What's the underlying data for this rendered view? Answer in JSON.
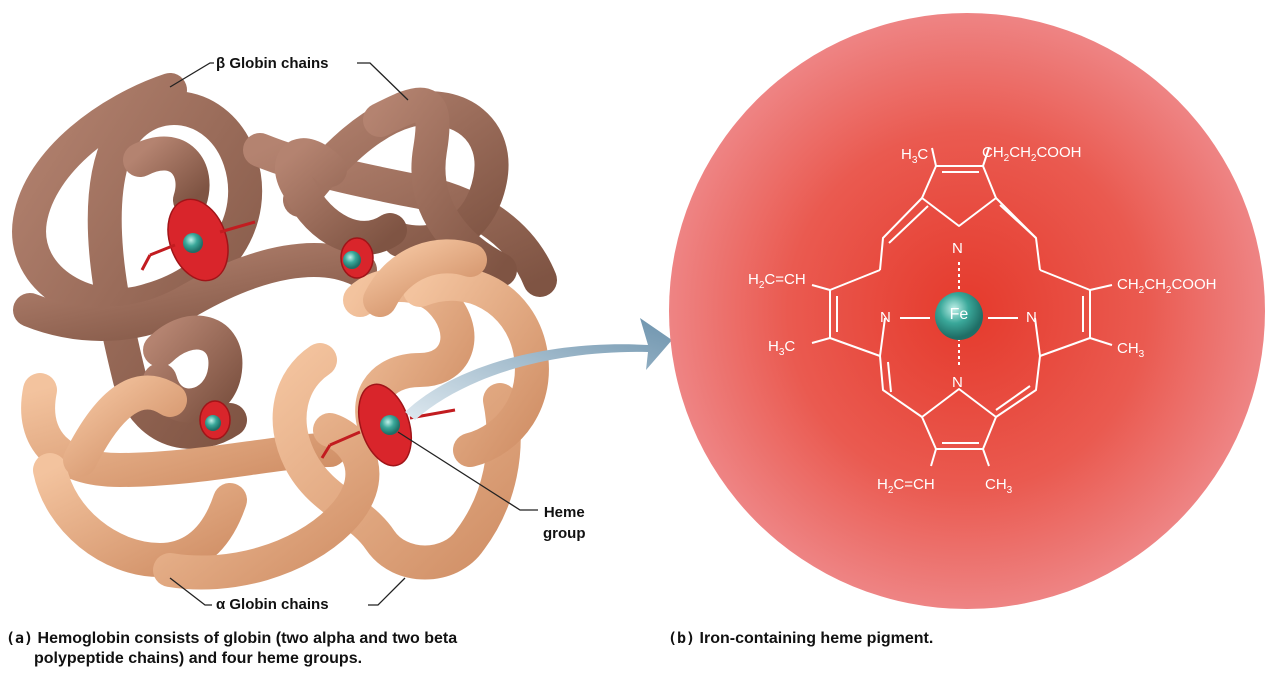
{
  "panel_a": {
    "beta_label": "β Globin chains",
    "alpha_label": "α Globin chains",
    "heme_label_line1": "Heme",
    "heme_label_line2": "group",
    "caption_tag": "(a)",
    "caption_line1": "Hemoglobin consists of globin (two alpha and two beta",
    "caption_line2": "polypeptide chains) and four heme groups."
  },
  "panel_b": {
    "caption_tag": "(b)",
    "caption": "Iron-containing heme pigment.",
    "structure": {
      "center": "Fe",
      "n_top": "N",
      "n_bottom": "N",
      "n_left": "N",
      "n_right": "N",
      "sub_top_left": {
        "main": "H",
        "sub": "3",
        "tail": "C"
      },
      "sub_top_right": {
        "a": "CH",
        "s1": "2",
        "b": "CH",
        "s2": "2",
        "c": "COOH"
      },
      "sub_right_top": {
        "a": "CH",
        "s1": "2",
        "b": "CH",
        "s2": "2",
        "c": "COOH"
      },
      "sub_right_bottom": {
        "main": "CH",
        "sub": "3"
      },
      "sub_left_top": {
        "a": "H",
        "s1": "2",
        "b": "C=CH"
      },
      "sub_left_bottom": {
        "main": "H",
        "sub": "3",
        "tail": "C"
      },
      "sub_bottom_left": {
        "a": "H",
        "s1": "2",
        "b": "C=CH"
      },
      "sub_bottom_right": {
        "main": "CH",
        "sub": "3"
      }
    }
  },
  "colors": {
    "beta_chain": "#9a6a55",
    "alpha_chain": "#e2a57d",
    "heme": "#d9252b",
    "iron": "#3aa89a",
    "arrow": "#7a9db5",
    "disc_center": "#e53a2c",
    "disc_edge": "#ee8080"
  }
}
